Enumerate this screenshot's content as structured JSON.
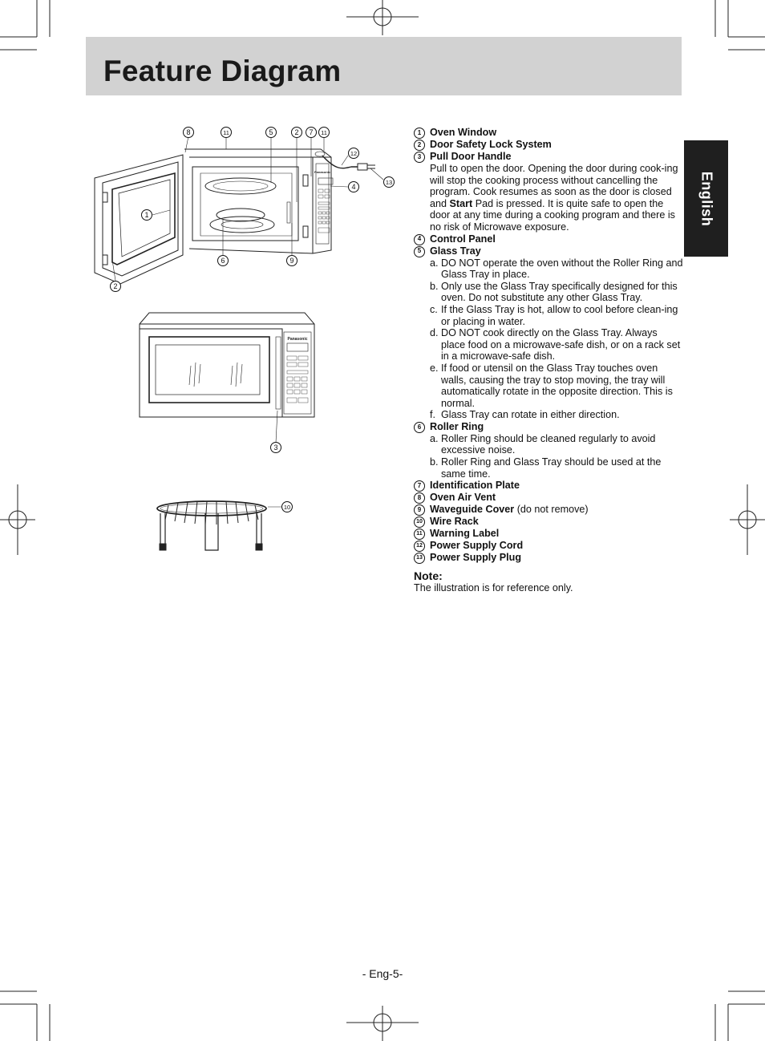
{
  "header": {
    "title": "Feature Diagram"
  },
  "side_tab": {
    "label": "English"
  },
  "figure": {
    "brand": "Panasonic",
    "callouts_top": [
      "8",
      "11",
      "5",
      "2",
      "7",
      "11",
      "12",
      "13",
      "4",
      "1",
      "6",
      "9",
      "2"
    ],
    "callout_front": "3",
    "callout_rack": "10"
  },
  "features": [
    {
      "num": "1",
      "title": "Oven Window"
    },
    {
      "num": "2",
      "title": "Door Safety Lock System"
    },
    {
      "num": "3",
      "title": "Pull Door Handle",
      "body_before": "Pull to open the door. Opening the door during cook-ing will stop the cooking process without cancelling the program. Cook resumes as soon as the door is closed and ",
      "body_bold": "Start",
      "body_after": " Pad is pressed. It is quite safe to open the door at any time during a cooking program and there is no risk of Microwave exposure."
    },
    {
      "num": "4",
      "title": "Control Panel"
    },
    {
      "num": "5",
      "title": "Glass Tray",
      "subs": [
        {
          "letter": "a.",
          "text": "DO NOT operate the oven without the Roller Ring and Glass Tray in place."
        },
        {
          "letter": "b.",
          "text": "Only use the Glass Tray specifically designed for this oven. Do not substitute any other Glass Tray."
        },
        {
          "letter": "c.",
          "text": "If the Glass Tray is hot, allow to cool before clean-ing or placing in water."
        },
        {
          "letter": "d.",
          "text": "DO NOT cook directly on the Glass Tray. Always place food on a microwave-safe dish, or on a rack set in a microwave-safe dish."
        },
        {
          "letter": "e.",
          "text": "If food or utensil on the Glass Tray touches oven walls, causing the tray to stop moving, the tray will automatically rotate in the opposite direction. This is normal."
        },
        {
          "letter": "f.",
          "text": "Glass Tray can rotate in either direction."
        }
      ]
    },
    {
      "num": "6",
      "title": "Roller Ring",
      "subs": [
        {
          "letter": "a.",
          "text": "Roller Ring should be cleaned regularly to avoid excessive noise."
        },
        {
          "letter": "b.",
          "text": "Roller Ring and Glass Tray should be used at the same time."
        }
      ]
    },
    {
      "num": "7",
      "title": "Identification Plate"
    },
    {
      "num": "8",
      "title": "Oven Air Vent"
    },
    {
      "num": "9",
      "title": "Waveguide Cover",
      "suffix": " (do not remove)"
    },
    {
      "num": "10",
      "title": "Wire Rack"
    },
    {
      "num": "11",
      "title": "Warning Label"
    },
    {
      "num": "12",
      "title": "Power Supply Cord"
    },
    {
      "num": "13",
      "title": "Power Supply Plug"
    }
  ],
  "note": {
    "heading": "Note:",
    "text": "The illustration is for reference only."
  },
  "footer": {
    "page": "- Eng-5-"
  }
}
